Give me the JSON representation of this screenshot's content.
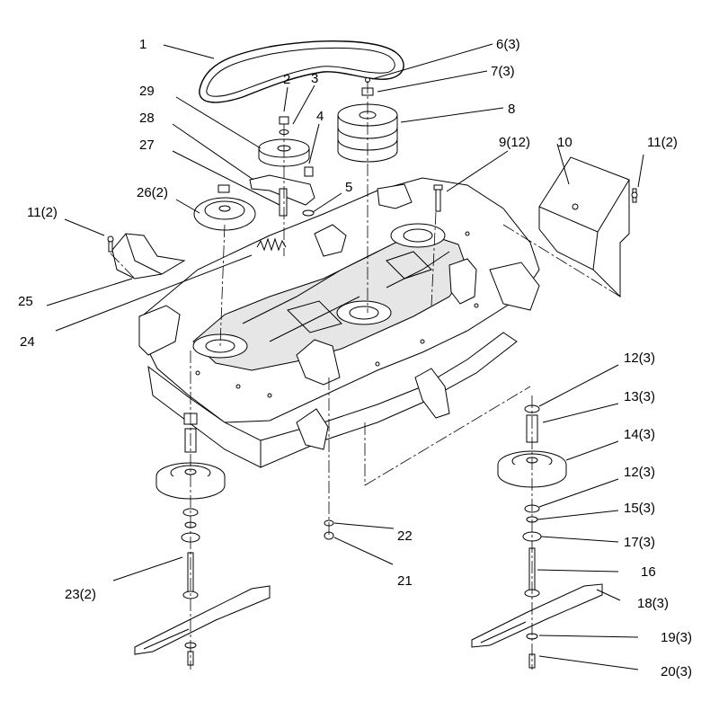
{
  "callouts": [
    {
      "id": "c1",
      "text": "1"
    },
    {
      "id": "c2",
      "text": "2"
    },
    {
      "id": "c3",
      "text": "3"
    },
    {
      "id": "c4",
      "text": "4"
    },
    {
      "id": "c5",
      "text": "5"
    },
    {
      "id": "c6",
      "text": "6(3)"
    },
    {
      "id": "c7",
      "text": "7(3)"
    },
    {
      "id": "c8",
      "text": "8"
    },
    {
      "id": "c9",
      "text": "9(12)"
    },
    {
      "id": "c10",
      "text": "10"
    },
    {
      "id": "c11a",
      "text": "11(2)"
    },
    {
      "id": "c11b",
      "text": "11(2)"
    },
    {
      "id": "c12a",
      "text": "12(3)"
    },
    {
      "id": "c12b",
      "text": "12(3)"
    },
    {
      "id": "c13",
      "text": "13(3)"
    },
    {
      "id": "c14",
      "text": "14(3)"
    },
    {
      "id": "c15",
      "text": "15(3)"
    },
    {
      "id": "c16",
      "text": "16"
    },
    {
      "id": "c17",
      "text": "17(3)"
    },
    {
      "id": "c18",
      "text": "18(3)"
    },
    {
      "id": "c19",
      "text": "19(3)"
    },
    {
      "id": "c20",
      "text": "20(3)"
    },
    {
      "id": "c21",
      "text": "21"
    },
    {
      "id": "c22",
      "text": "22"
    },
    {
      "id": "c23",
      "text": "23(2)"
    },
    {
      "id": "c24",
      "text": "24"
    },
    {
      "id": "c25",
      "text": "25"
    },
    {
      "id": "c26",
      "text": "26(2)"
    },
    {
      "id": "c27",
      "text": "27"
    },
    {
      "id": "c28",
      "text": "28"
    },
    {
      "id": "c29",
      "text": "29"
    }
  ]
}
